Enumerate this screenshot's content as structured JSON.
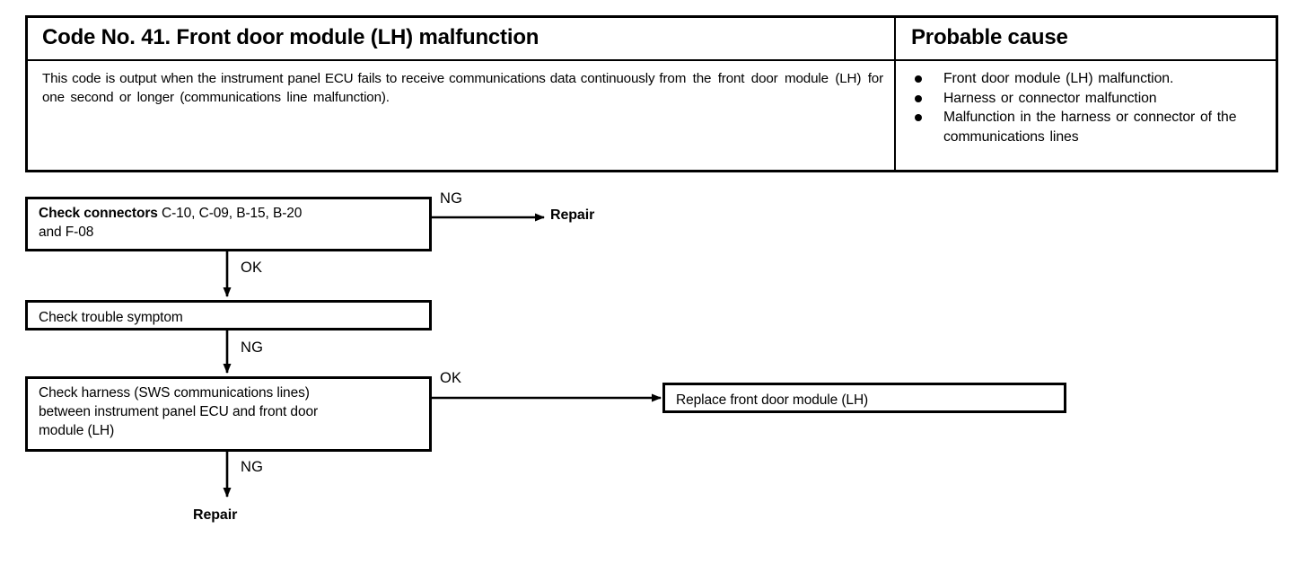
{
  "table": {
    "header": {
      "code_title": "Code No. 41. Front door module (LH) malfunction",
      "cause_title": "Probable cause"
    },
    "description": {
      "line1": "This code is output when the instrument panel ECU fails to receive communications data continuously",
      "line2": "from the front door module (LH) for one second or longer (communications line malfunction)."
    },
    "probable_causes": [
      "Front door module (LH) malfunction.",
      "Harness or connector malfunction",
      "Malfunction in the harness or connector of the communications lines"
    ]
  },
  "flowchart": {
    "box1": {
      "bold_prefix": "Check connectors",
      "line1_rest": " C-10, C-09, B-15, B-20",
      "line2": "and F-08"
    },
    "box2": {
      "text": "Check trouble symptom"
    },
    "box3": {
      "line1": "Check harness (SWS communications lines)",
      "line2": "between instrument panel ECU and front door",
      "line3": "module (LH)"
    },
    "box4": {
      "text": "Replace front door module (LH)"
    },
    "labels": {
      "ng1": "NG",
      "ok1": "OK",
      "ng2": "NG",
      "ok2": "OK",
      "ng3": "NG"
    },
    "outcomes": {
      "repair1": "Repair",
      "repair2": "Repair"
    }
  },
  "colors": {
    "ink": "#000000",
    "paper": "#ffffff"
  }
}
